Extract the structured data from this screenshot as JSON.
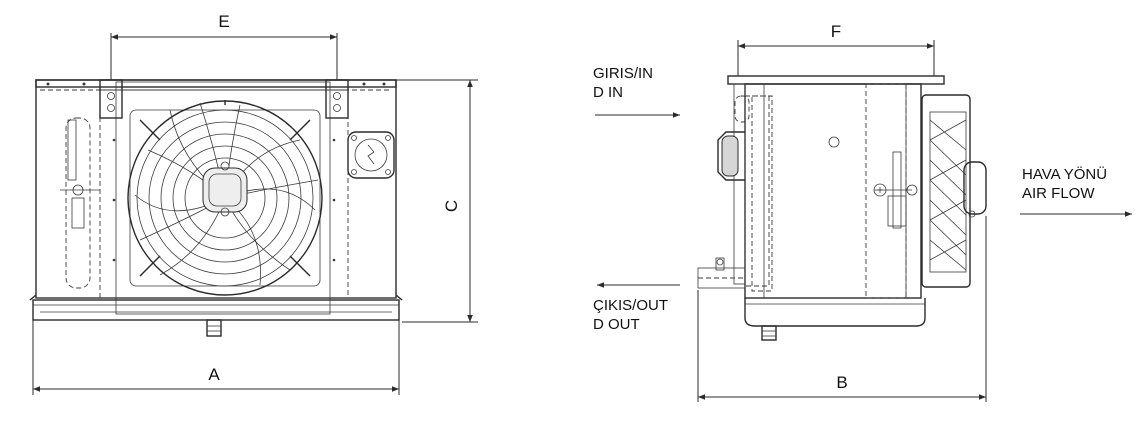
{
  "front_view": {
    "dim_a": "A",
    "dim_c": "C",
    "dim_e": "E"
  },
  "side_view": {
    "dim_b": "B",
    "dim_f": "F",
    "inlet_line1": "GIRIS/IN",
    "inlet_line2": "D IN",
    "outlet_line1": "ÇIKIS/OUT",
    "outlet_line2": "D OUT",
    "airflow_line1": "HAVA YÖNÜ",
    "airflow_line2": "AIR FLOW"
  }
}
